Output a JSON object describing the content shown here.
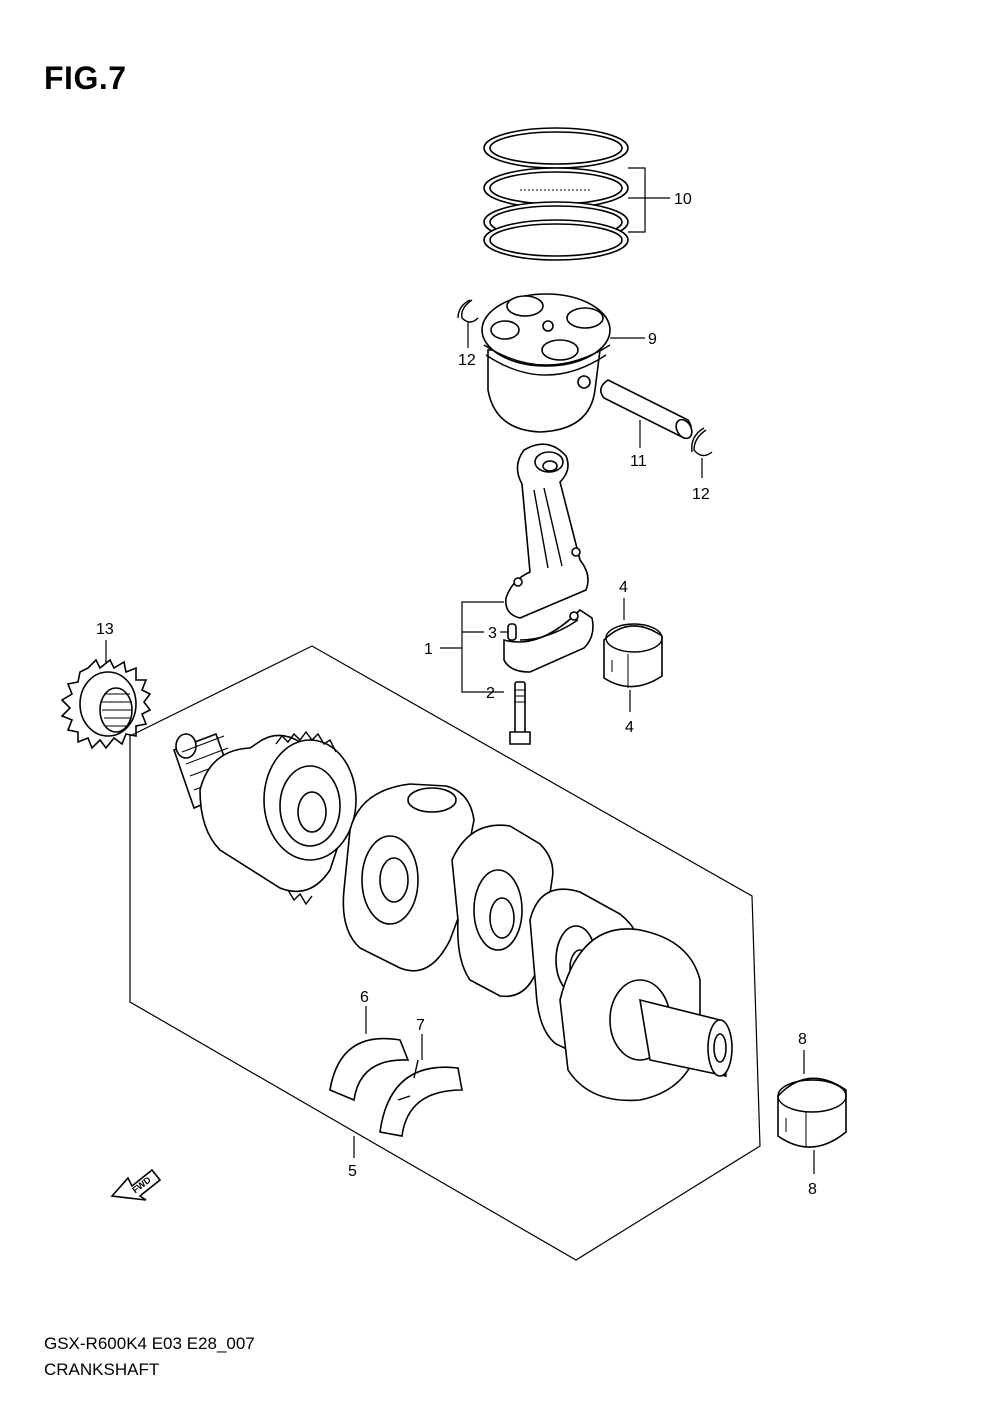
{
  "figure": {
    "title": "FIG.7"
  },
  "footer": {
    "model_code": "GSX-R600K4 E03 E28_007",
    "section_name": "CRANKSHAFT"
  },
  "direction_marker": {
    "label": "FWD"
  },
  "callouts": {
    "c1": "1",
    "c2": "2",
    "c3": "3",
    "c4a": "4",
    "c4b": "4",
    "c5": "5",
    "c6": "6",
    "c7": "7",
    "c8a": "8",
    "c8b": "8",
    "c9": "9",
    "c10": "10",
    "c11": "11",
    "c12a": "12",
    "c12b": "12",
    "c13": "13"
  }
}
